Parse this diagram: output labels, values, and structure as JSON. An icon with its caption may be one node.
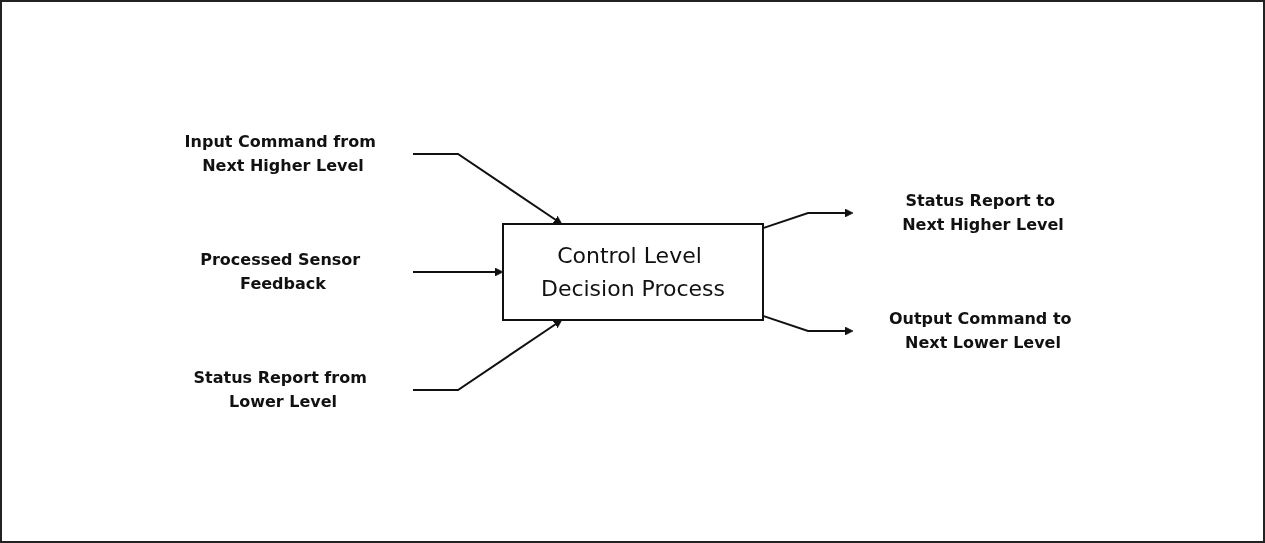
{
  "diagram": {
    "nodes": [
      {
        "text": [
          "Status Report to Next Higher Level"
        ]
      },
      {
        "text": [
          "Input Command from Next Higher Level"
        ]
      },
      {
        "text": [
          "Processed Sensor Feedback"
        ]
      },
      {
        "text": [
          "Control Level Decision Process"
        ]
      },
      {
        "text": [
          "Status Report from Lower Level"
        ]
      },
      {
        "text": [
          "Output Command to Next Lower Level"
        ]
      }
    ],
    "edges": [
      {
        "from": 3,
        "to": 0,
        "arrow": "to"
      },
      {
        "from": 1,
        "to": 3,
        "arrow": "to"
      },
      {
        "from": 2,
        "to": 3,
        "arrow": "to"
      },
      {
        "from": 4,
        "to": 3,
        "arrow": "to"
      },
      {
        "from": 3,
        "to": 5,
        "arrow": "to"
      }
    ]
  }
}
